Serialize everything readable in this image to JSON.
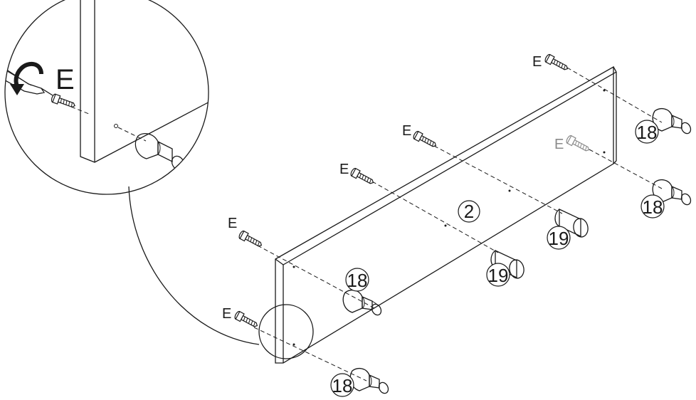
{
  "labels": {
    "fastener": "E",
    "panel": "2",
    "foot": "18",
    "knob": "19"
  },
  "colors": {
    "line": "#1a1a1a",
    "faded": "#8a8a8a",
    "background": "#ffffff"
  },
  "icons": {
    "rotate": "curved-arrow-icon",
    "tool": "screwdriver-icon"
  }
}
